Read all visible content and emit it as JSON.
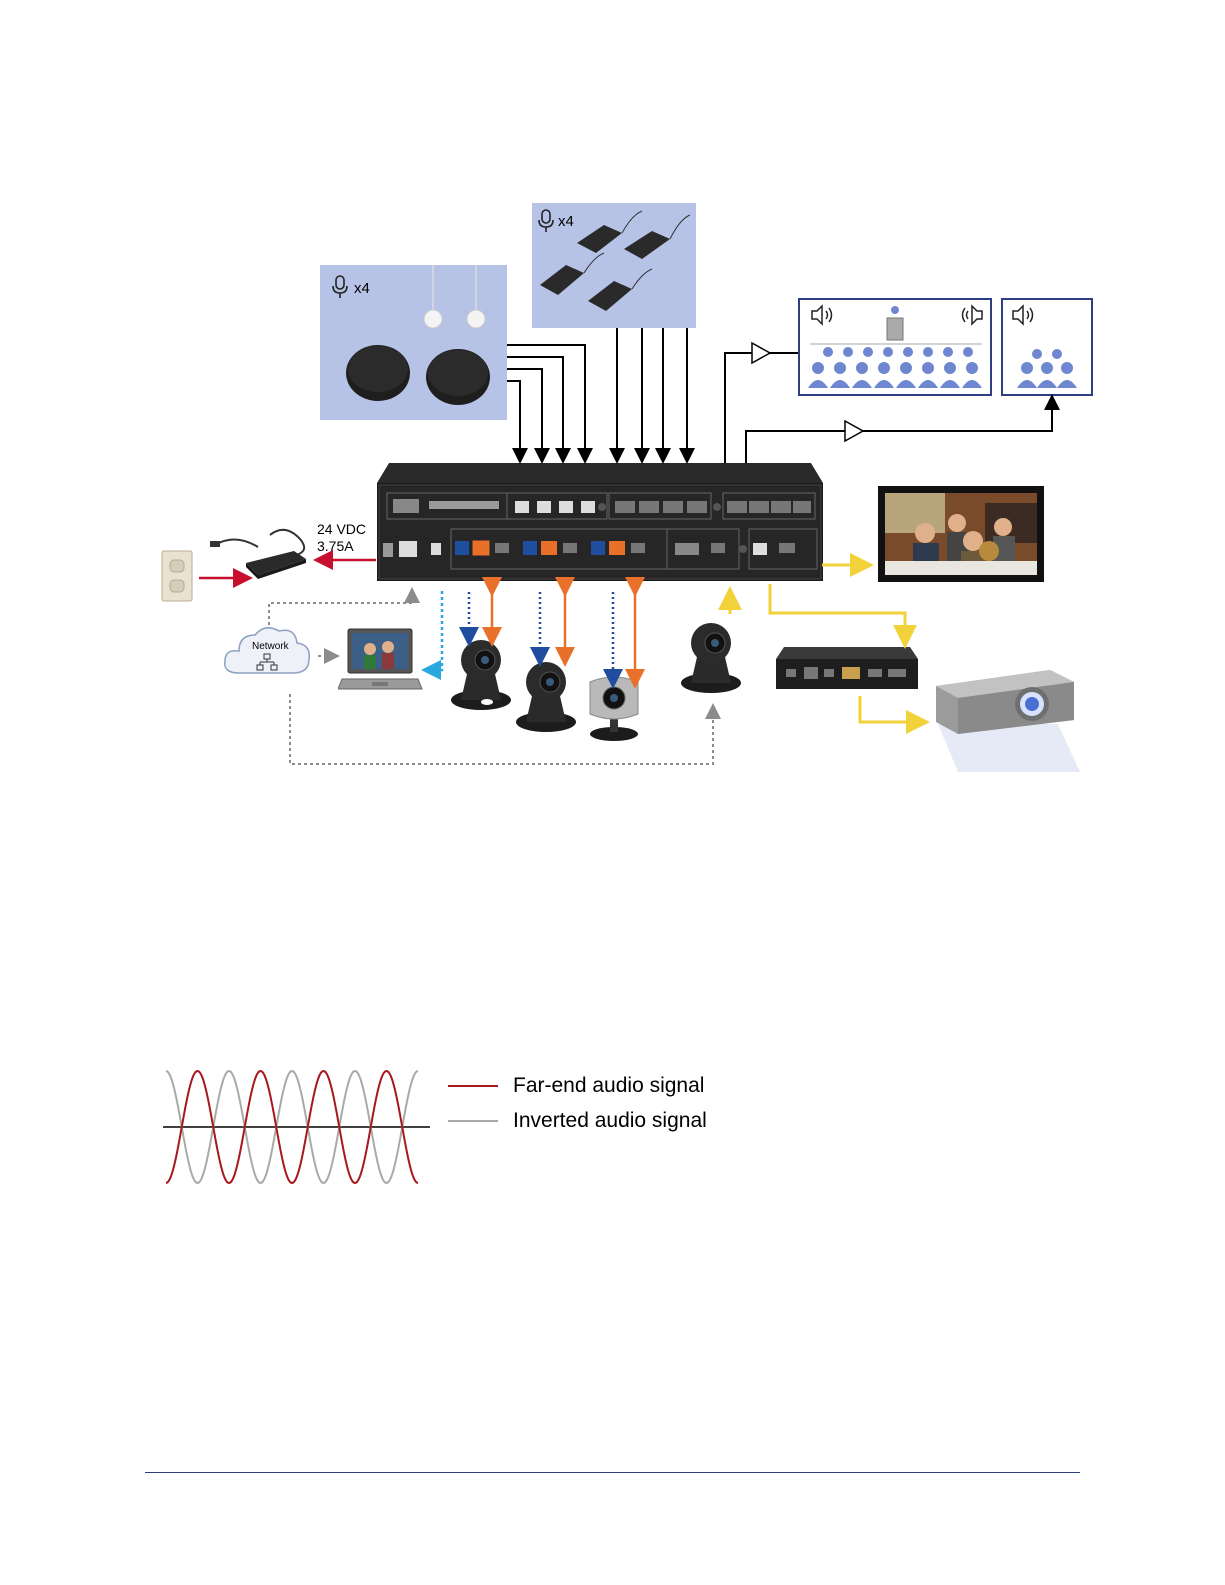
{
  "system_diagram": {
    "mic_group_ceiling": {
      "count_label": "x4"
    },
    "mic_group_table": {
      "count_label": "x4"
    },
    "power": {
      "voltage": "24 VDC",
      "current": "3.75A"
    },
    "network_label": "Network",
    "colors": {
      "mic_panel": "#b7c3e6",
      "audio_line": "#000000",
      "power_line": "#c8102e",
      "network_line": "#8c8c8c",
      "usb_line": "#29a8e0",
      "rs232_line": "#1f4e9e",
      "hdbaset_line": "#e8702a",
      "video_line": "#f2d23b",
      "room_border": "#2c3f82",
      "audience": "#6f86d0"
    }
  },
  "legend": {
    "items": [
      {
        "label": "Far-end audio signal",
        "color": "#a8171d"
      },
      {
        "label": "Inverted audio signal",
        "color": "#a9a9a9"
      }
    ]
  },
  "footer": {
    "rule_color": "#2c3f82"
  }
}
